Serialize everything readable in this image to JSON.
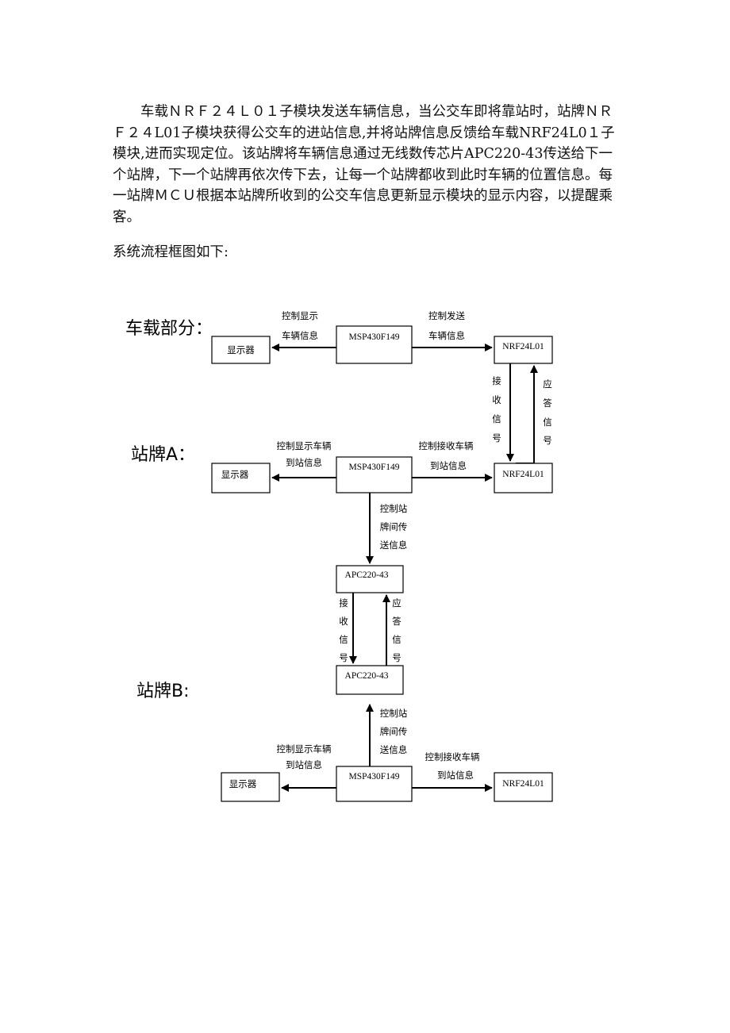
{
  "intro_paragraph": "车载ＮＲＦ２４Ｌ０１子模块发送车辆信息，当公交车即将靠站时，站牌ＮＲＦ２４L01子模块获得公交车的进站信息,并将站牌信息反馈给车载NRF24L0１子模块,进而实现定位。该站牌将车辆信息通过无线数传芯片APC220-43传送给下一个站牌，下一个站牌再依次传下去，让每一个站牌都收到此时车辆的位置信息。每一站牌ＭＣＵ根据本站牌所收到的公交车信息更新显示模块的显示内容，以提醒乘客。",
  "caption": "系统流程框图如下:",
  "diagram": {
    "sections": {
      "vehicle": "车载部分：",
      "station_a": "站牌A：",
      "station_b": "站牌B:"
    },
    "boxes": {
      "display": "显示器",
      "mcu": "MSP430F149",
      "nrf": "NRF24L01",
      "apc": "APC220-43"
    },
    "labels": {
      "v_display_1": "控制显示",
      "v_display_2": "车辆信息",
      "v_send_1": "控制发送",
      "v_send_2": "车辆信息",
      "recv_chars": [
        "接",
        "收",
        "信",
        "号"
      ],
      "ack_chars": [
        "应",
        "答",
        "信",
        "号"
      ],
      "a_display_1": "控制显示车辆",
      "a_display_2": "到站信息",
      "a_recv_1": "控制接收车辆",
      "a_recv_2": "到站信息",
      "inter_1": "控制站",
      "inter_2": "牌间传",
      "inter_3": "送信息"
    }
  }
}
